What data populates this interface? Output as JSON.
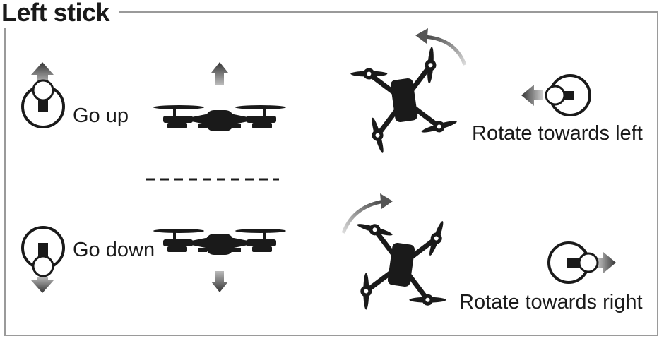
{
  "title": "Left stick",
  "labels": {
    "go_up": "Go up",
    "go_down": "Go down",
    "rotate_left": "Rotate towards left",
    "rotate_right": "Rotate towards right"
  },
  "colors": {
    "ink": "#1a1a1a",
    "frame": "#9a9a9a",
    "arrow_gray": "#555555"
  }
}
